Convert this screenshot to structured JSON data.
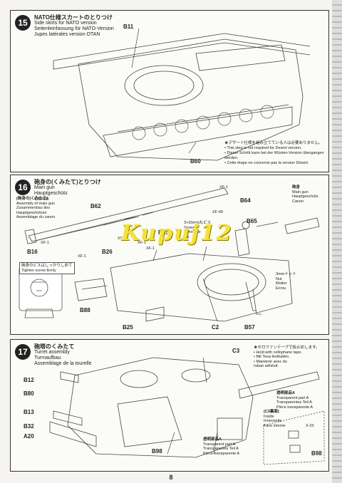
{
  "page_number": "8",
  "watermark": "Kupuj12",
  "step15": {
    "number": "15",
    "title": [
      "NATO仕様スカートのとりつけ",
      "Side skirts for NATO version",
      "Seitenleinfassung für NATO-Version",
      "Jupes latérales version OTAN"
    ],
    "parts": [
      "B11",
      "B60"
    ],
    "note": [
      "★デザート仕様を組み立てている人は必要ありません。",
      "• This step is not required for Desert version.",
      "• Dieser Schritt kann bei der Wüsten-Version übergangen werden.",
      "• Cette étape ne concerne pas la version Désert."
    ]
  },
  "step16": {
    "number": "16",
    "title": [
      "砲身の(くみたて)とりつけ",
      "Main gun",
      "Hauptgeschütz",
      "Canon"
    ],
    "subtitle": [
      "(砲身の(くみたて)",
      "Assembly of main gun",
      "Zusammenbau des",
      "Hauptgeschützes",
      "Assemblage du canon"
    ],
    "parts": [
      "B62",
      "B63",
      "B64",
      "B65",
      "B16",
      "B26",
      "B88",
      "B25",
      "C2",
      "B57"
    ],
    "paints": [
      "XF-1",
      "XF-49",
      "XF-1",
      "XF-1",
      "XF-49",
      "XF-1",
      "XF-1"
    ],
    "screw": [
      "3×20mm丸ビス",
      "Screw",
      "Schraube",
      "Vis"
    ],
    "nut": [
      "3mmナット",
      "Nut",
      "Mutter",
      "Ecrou"
    ],
    "main_gun": [
      "Main gun",
      "Hauptgeschütz",
      "Canon"
    ],
    "main_gun_jp": "砲身",
    "tip": [
      "砲身のビスはしっかりしめて",
      "Tighten screw firmly"
    ]
  },
  "step17": {
    "number": "17",
    "title": [
      "砲塔のくみたて",
      "Turret assembly",
      "Turmaufbau",
      "Assemblage de la tourelle"
    ],
    "parts": [
      "B12",
      "B80",
      "B13",
      "B32",
      "A20",
      "C3",
      "B98",
      "B98"
    ],
    "tape_note": [
      "★セロファンテープで仮止めします。",
      "• Hold with cellophane tape.",
      "• Mit Tesa festhalten.",
      "• Maintenir avec du",
      "  ruban adhésif."
    ],
    "transparent_a": [
      "透明部品A",
      "Transparent part A",
      "Transparentes Teil A",
      "Pièce transparente A"
    ],
    "transparent_b": [
      "透明部品A",
      "Transparent part A",
      "Transparentes Teil A",
      "Pièce transparente A"
    ],
    "c3_inside": [
      "(C3裏面)",
      "Inside",
      "Innenseite",
      "Face interne"
    ],
    "paint": "X-23"
  }
}
